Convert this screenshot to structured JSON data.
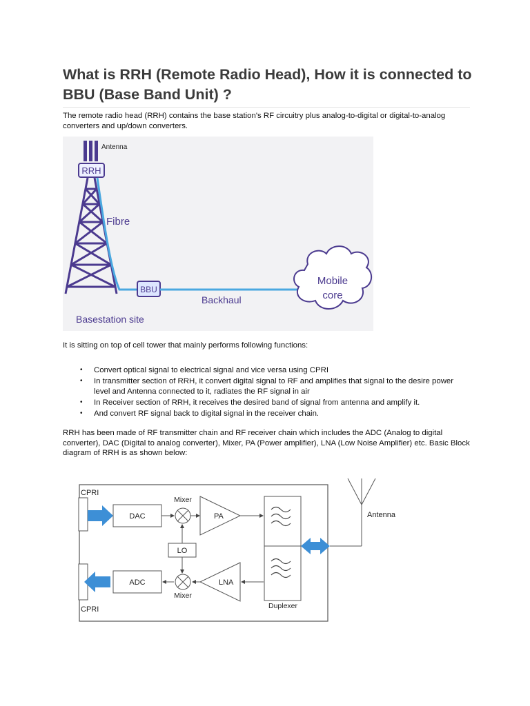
{
  "title": "What is RRH (Remote Radio Head), How it is connected to BBU (Base Band Unit) ?",
  "intro": "The remote radio head (RRH) contains the base station's RF circuitry plus analog-to-digital or digital-to-analog converters and up/down converters.",
  "figure1": {
    "antenna": "Antenna",
    "rrh": "RRH",
    "fibre": "Fibre",
    "bbu": "BBU",
    "backhaul": "Backhaul",
    "mobile": "Mobile",
    "core": "core",
    "site": "Basestation site"
  },
  "functions_intro": "It is sitting on top of cell tower that mainly performs following functions:",
  "bullets": [
    "Convert optical signal to electrical signal and vice versa using CPRI",
    "In transmitter section of RRH, it convert digital signal to RF and amplifies that signal to the desire power level and Antenna connected to it, radiates the RF signal in air",
    "In Receiver section of RRH, it receives the desired band of signal from antenna and amplify it.",
    "And convert RF signal back to digital signal in the receiver chain."
  ],
  "bullet_symbol": "•",
  "block_intro": "RRH has been made of RF transmitter chain and RF receiver chain which includes the ADC (Analog to digital converter), DAC (Digital to analog converter), Mixer, PA (Power amplifier), LNA (Low Noise Amplifier) etc. Basic Block diagram of RRH is as shown below:",
  "figure2": {
    "cpri_top": "CPRI",
    "cpri_bottom": "CPRI",
    "dac": "DAC",
    "adc": "ADC",
    "mixer_top": "Mixer",
    "mixer_bottom": "Mixer",
    "pa": "PA",
    "lna": "LNA",
    "lo": "LO",
    "duplexer": "Duplexer",
    "antenna": "Antenna"
  },
  "colors": {
    "tower": "#4b3a8f",
    "fibre": "#4aa8e0",
    "arrow": "#3d8fd6",
    "title": "#3b3b3b"
  }
}
